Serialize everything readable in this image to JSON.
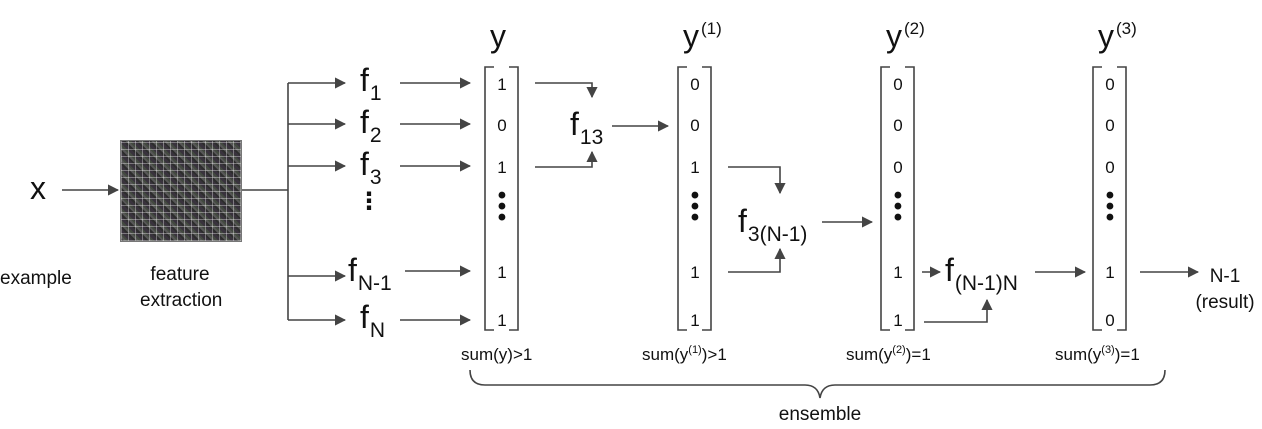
{
  "input": {
    "symbol": "x",
    "caption": "example"
  },
  "feature_block": {
    "caption_line1": "feature",
    "caption_line2": "extraction"
  },
  "classifiers": {
    "f1": {
      "base": "f",
      "sub": "1"
    },
    "f2": {
      "base": "f",
      "sub": "2"
    },
    "f3": {
      "base": "f",
      "sub": "3"
    },
    "fN1": {
      "base": "f",
      "sub": "N-1"
    },
    "fN": {
      "base": "f",
      "sub": "N"
    },
    "f13": {
      "base": "f",
      "sub": "13"
    },
    "f3N1": {
      "base": "f",
      "sub": "3(N-1)"
    },
    "fN1N": {
      "base": "f",
      "sub": "(N-1)N"
    }
  },
  "vectors": [
    {
      "base": "y",
      "sup": "",
      "top": [
        "1",
        "0",
        "1"
      ],
      "bottom": [
        "1",
        "1"
      ],
      "sum_prefix": "sum(y",
      "sum_sup": "",
      "sum_suffix": ")>1"
    },
    {
      "base": "y",
      "sup": "(1)",
      "top": [
        "0",
        "0",
        "1"
      ],
      "bottom": [
        "1",
        "1"
      ],
      "sum_prefix": "sum(y",
      "sum_sup": "(1)",
      "sum_suffix": ")>1"
    },
    {
      "base": "y",
      "sup": "(2)",
      "top": [
        "0",
        "0",
        "0"
      ],
      "bottom": [
        "1",
        "1"
      ],
      "sum_prefix": "sum(y",
      "sum_sup": "(2)",
      "sum_suffix": ")=1"
    },
    {
      "base": "y",
      "sup": "(3)",
      "top": [
        "0",
        "0",
        "0"
      ],
      "bottom": [
        "1",
        "0"
      ],
      "sum_prefix": "sum(y",
      "sum_sup": "(3)",
      "sum_suffix": ")=1"
    }
  ],
  "result": {
    "value": "N-1",
    "label": "(result)"
  },
  "ensemble_label": "ensemble",
  "dots": {
    "vertical": "⋮"
  }
}
